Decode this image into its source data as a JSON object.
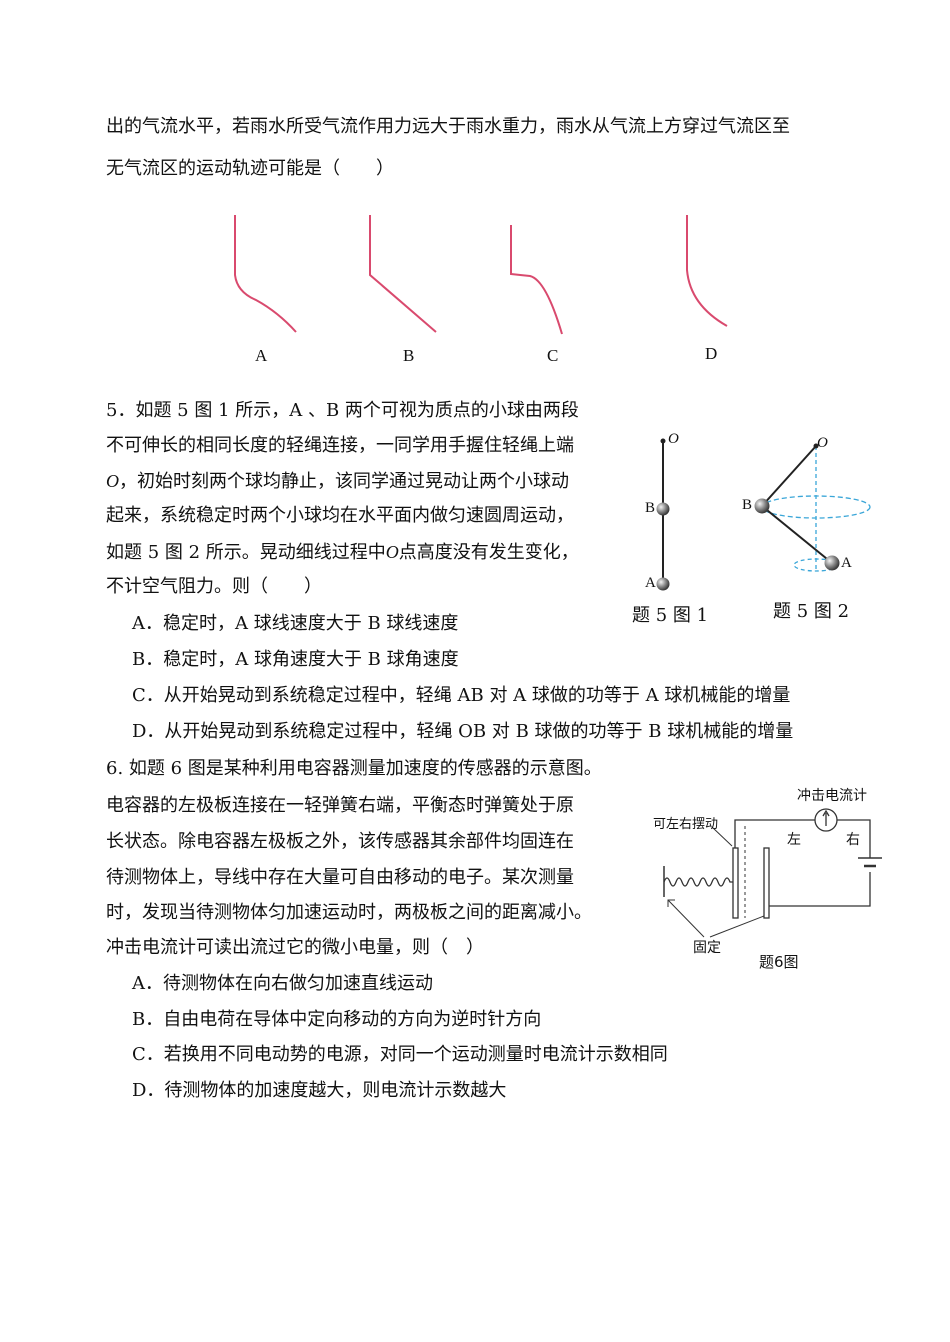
{
  "q4": {
    "line1": "出的气流水平，若雨水所受气流作用力远大于雨水重力，雨水从气流上方穿过气流区至",
    "line2": "无气流区的运动轨迹可能是（　　）",
    "figure_labels": [
      "A",
      "B",
      "C",
      "D"
    ]
  },
  "q5": {
    "line1": "5．如题 5 图 1 所示，A 、B 两个可视为质点的小球由两段",
    "line2": "不可伸长的相同长度的轻绳连接，一同学用手握住轻绳上端",
    "line3_o": "O",
    "line3": "，初始时刻两个球均静止，该同学通过晃动让两个小球动",
    "line4": "起来，系统稳定时两个小球均在水平面内做匀速圆周运动，",
    "line5a": "如题 5 图 2 所示。晃动细线过程中",
    "line5_o": "O",
    "line5b": "点高度没有发生变化，",
    "line6": "不计空气阻力。则（　　）",
    "options": {
      "A": "A．稳定时，A 球线速度大于 B 球线速度",
      "B": "B．稳定时，A 球角速度大于 B 球角速度",
      "C": "C．从开始晃动到系统稳定过程中，轻绳 AB 对 A 球做的功等于 A 球机械能的增量",
      "D": "D．从开始晃动到系统稳定过程中，轻绳 OB 对 B 球做的功等于 B 球机械能的增量"
    },
    "fig1": {
      "label_o": "O",
      "label_b": "B",
      "label_a": "A",
      "caption": "题 5 图 1"
    },
    "fig2": {
      "label_o": "O",
      "label_b": "B",
      "label_a": "A",
      "caption": "题 5 图 2"
    }
  },
  "q6": {
    "line1": "6. 如题 6 图是某种利用电容器测量加速度的传感器的示意图。",
    "line2": "电容器的左极板连接在一轻弹簧右端，平衡态时弹簧处于原",
    "line3": "长状态。除电容器左极板之外，该传感器其余部件均固连在",
    "line4": "待测物体上，导线中存在大量可自由移动的电子。某次测量",
    "line5": "时，发现当待测物体匀加速运动时，两极板之间的距离减小。",
    "line6": "冲击电流计可读出流过它的微小电量，则（　）",
    "options": {
      "A": "A．待测物体在向右做匀加速直线运动",
      "B": "B．自由电荷在导体中定向移动的方向为逆时针方向",
      "C": "C．若换用不同电动势的电源，对同一个运动测量时电流计示数相同",
      "D": "D．待测物体的加速度越大，则电流计示数越大"
    },
    "figure": {
      "galvanometer_label": "冲击电流计",
      "movable_label": "可左右摆动",
      "left_label": "左",
      "right_label": "右",
      "fixed_label": "固定",
      "caption": "题6图"
    }
  },
  "colors": {
    "trajectory": "#d94a6e",
    "dashed": "#3aa6d8"
  }
}
